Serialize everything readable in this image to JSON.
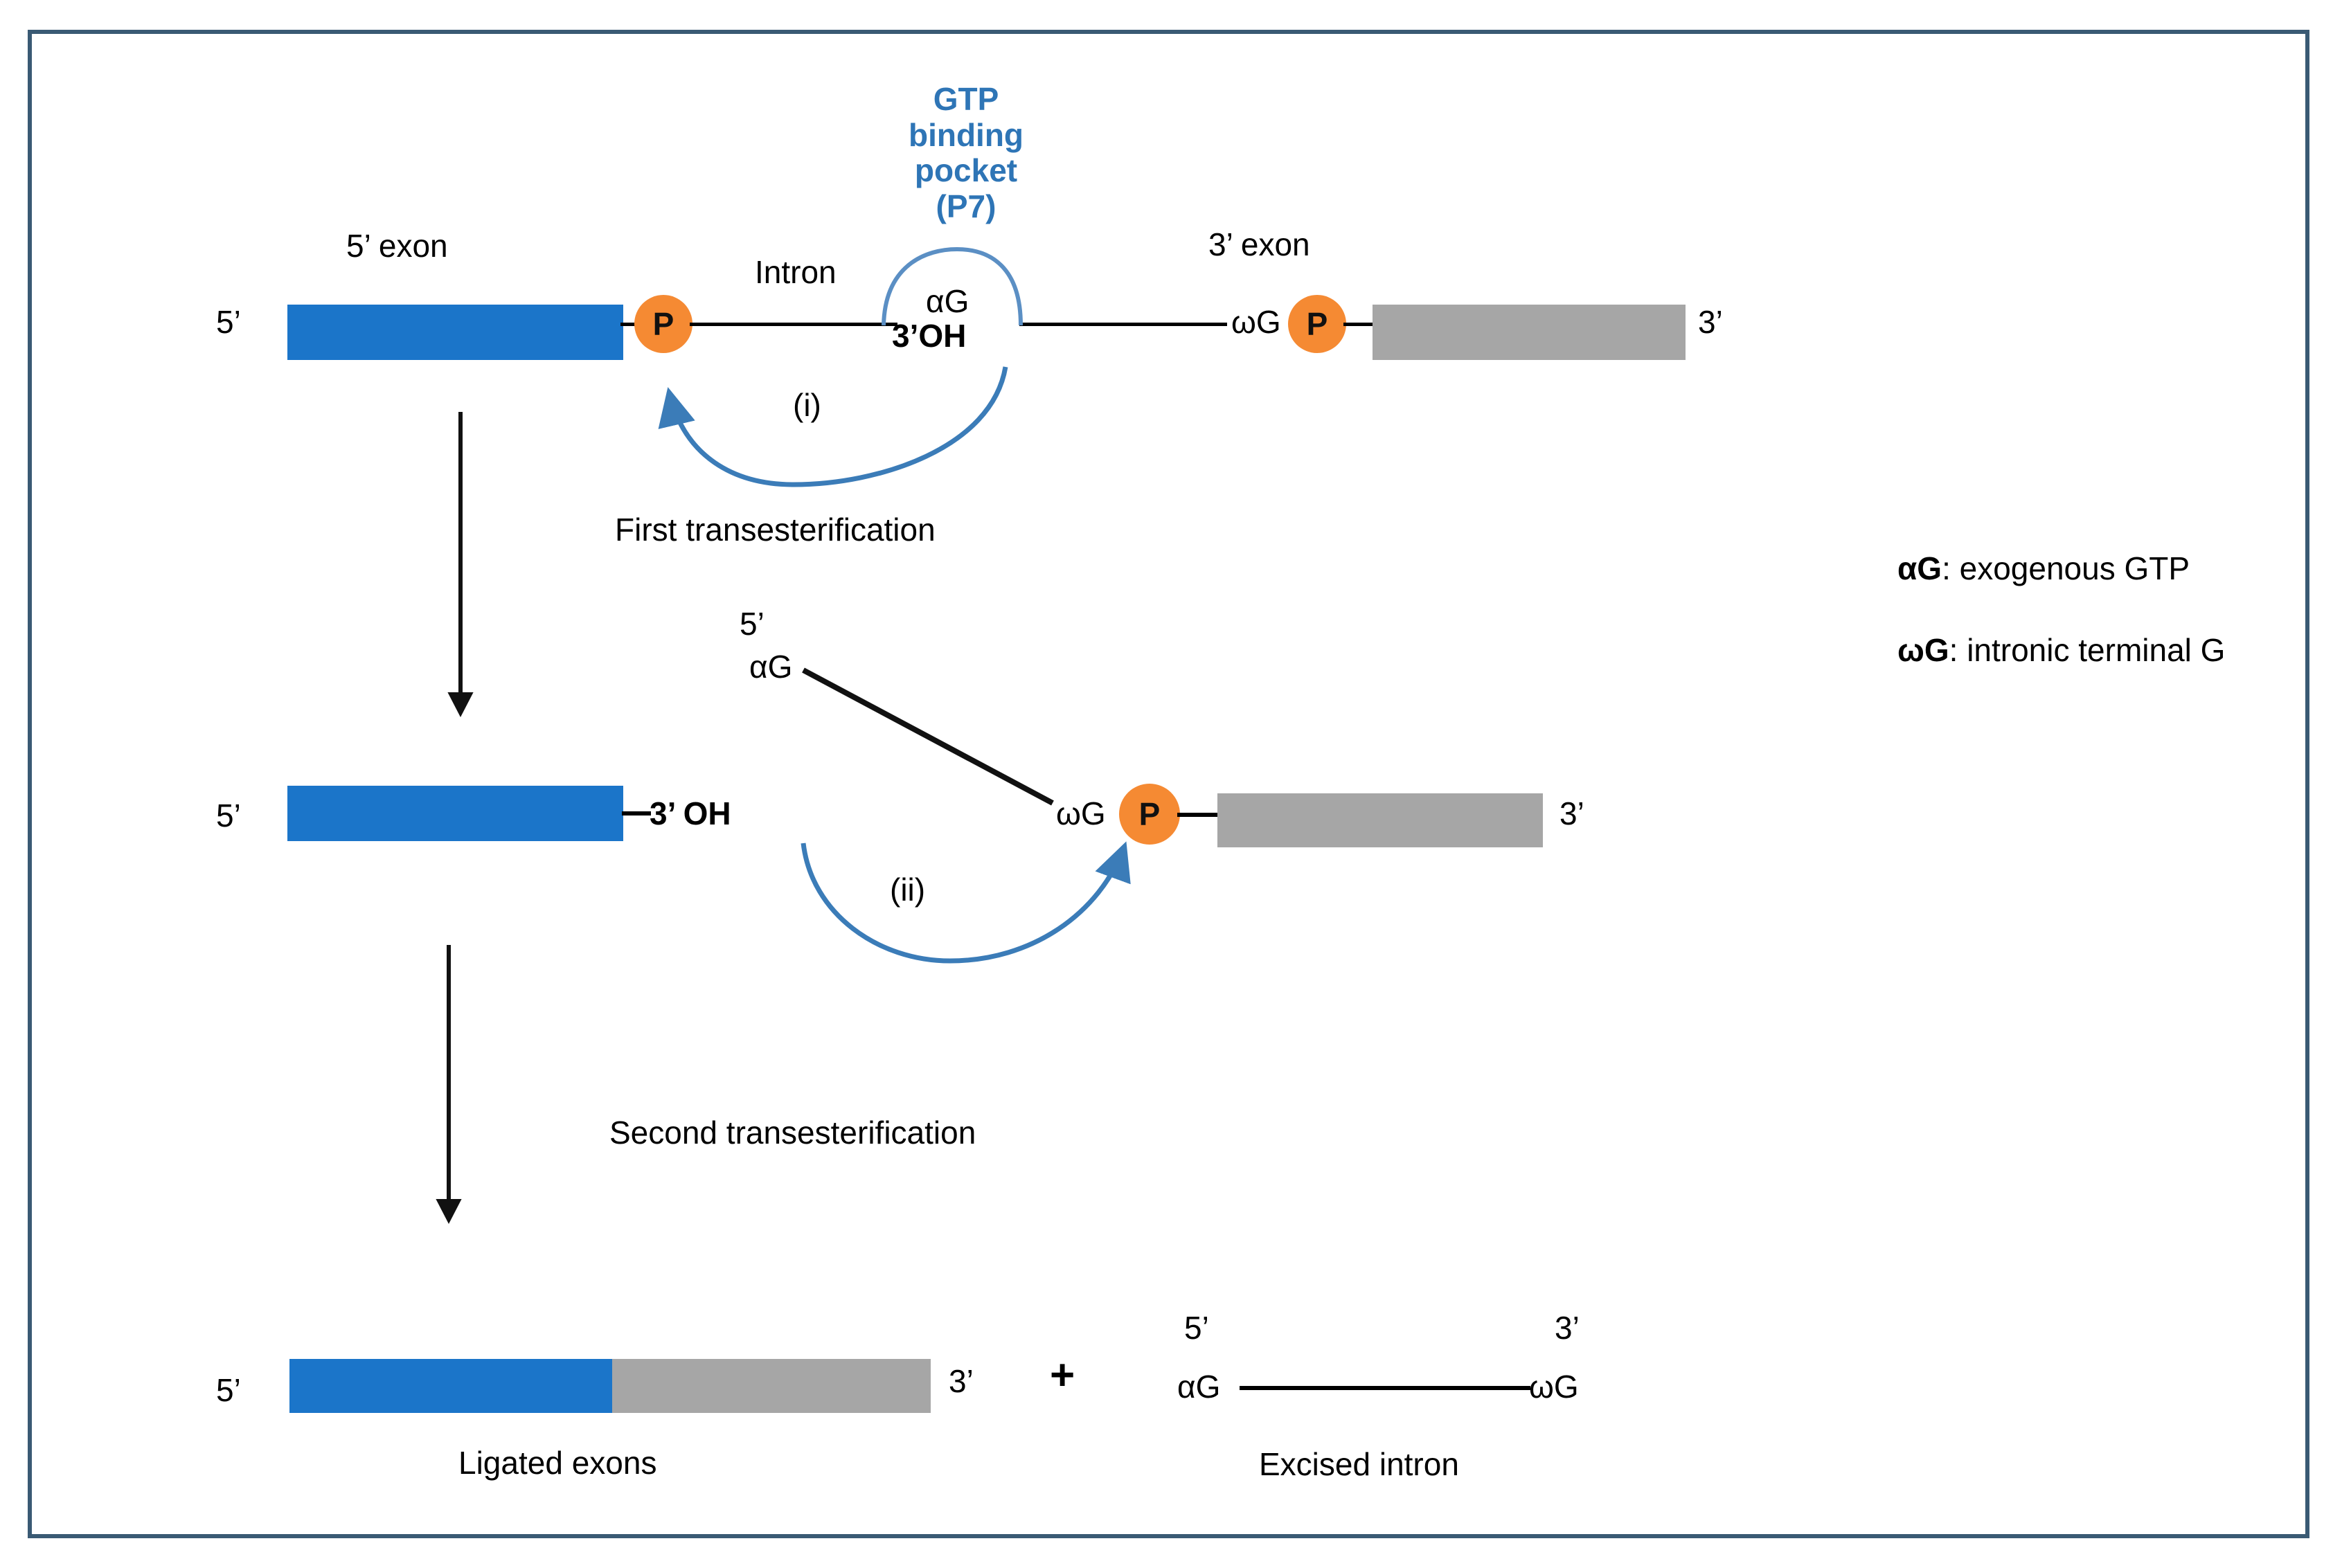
{
  "figure": {
    "title_absent": true,
    "border_color": "#3a5a74",
    "background": "#ffffff"
  },
  "colors": {
    "exon_5_blue": "#1b75c9",
    "exon_3_gray": "#a6a6a6",
    "phosphate_orange": "#f58a33",
    "pocket_blue": "#2e75b6",
    "arrow_blue": "#3b7cb8",
    "line_black": "#000000"
  },
  "pocket": {
    "line1": "GTP",
    "line2": "binding",
    "line3": "pocket",
    "line4": "(P7)"
  },
  "stage1": {
    "label_5prime_end": "5’",
    "exon5_label": "5’ exon",
    "phosphate_label": "P",
    "intron_label": "Intron",
    "alphaG": "αG",
    "three_prime_oh": "3’OH",
    "omegaG": "ωG",
    "phosphate_label2": "P",
    "exon3_label": "3’ exon",
    "label_3prime_end": "3’",
    "arrow_i": "(i)"
  },
  "step1_caption": "First transesterification",
  "stage2": {
    "donor_5prime": "5’",
    "donor_alphaG": "αG",
    "label_5prime_end": "5’",
    "three_prime_oh": "3’ OH",
    "omegaG": "ωG",
    "phosphate_label": "P",
    "label_3prime_end": "3’",
    "arrow_ii": "(ii)"
  },
  "step2_caption": "Second transesterification",
  "stage3": {
    "label_5prime_end": "5’",
    "label_3prime_end": "3’",
    "ligated_caption": "Ligated exons",
    "plus": "+",
    "intron_5prime": "5’",
    "intron_3prime": "3’",
    "intron_alphaG": "αG",
    "intron_omegaG": "ωG",
    "excised_caption": "Excised intron"
  },
  "legend": {
    "item1_symbol": "αG",
    "item1_text": ": exogenous GTP",
    "item2_symbol": "ωG",
    "item2_text": ": intronic terminal G"
  }
}
